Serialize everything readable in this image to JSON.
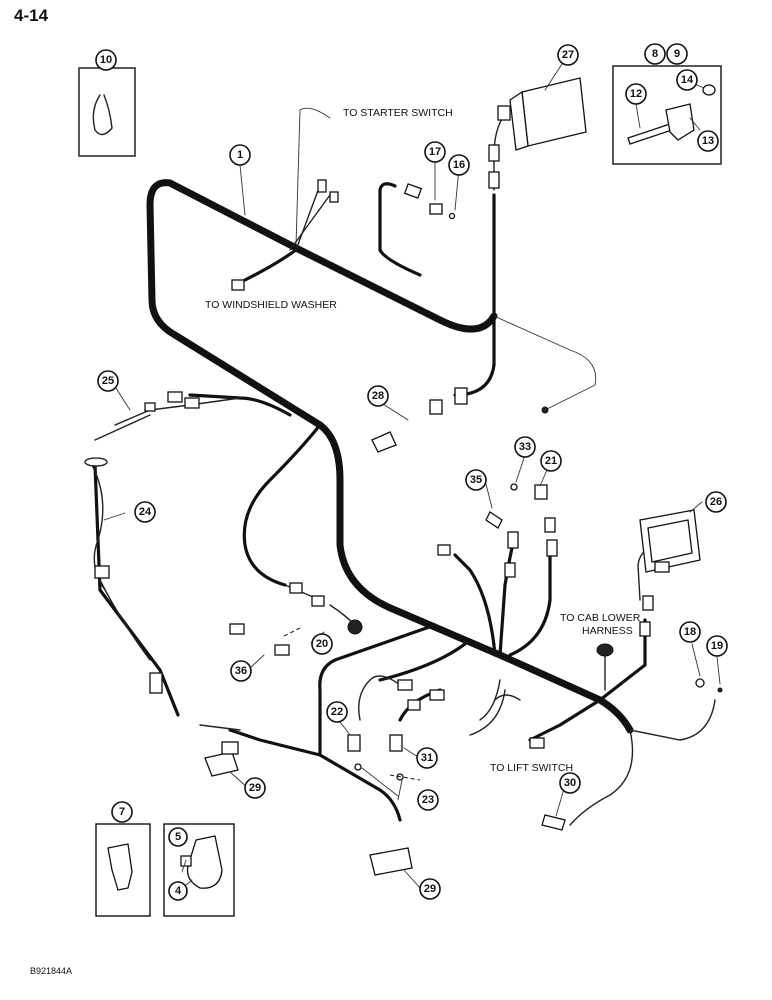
{
  "page": {
    "number": "4-14",
    "ref_code": "B921844A"
  },
  "labels": {
    "starter_switch": "TO STARTER SWITCH",
    "windshield_washer": "TO WINDSHIELD WASHER",
    "cab_lower_harness_line1": "TO CAB LOWER",
    "cab_lower_harness_line2": "HARNESS",
    "lift_switch": "TO LIFT SWITCH"
  },
  "callouts": {
    "c1": "1",
    "c4": "4",
    "c5": "5",
    "c7": "7",
    "c8": "8",
    "c9": "9",
    "c10": "10",
    "c12": "12",
    "c13": "13",
    "c14": "14",
    "c16": "16",
    "c17": "17",
    "c18": "18",
    "c19": "19",
    "c20": "20",
    "c21": "21",
    "c22": "22",
    "c23": "23",
    "c24": "24",
    "c25": "25",
    "c26": "26",
    "c27": "27",
    "c28": "28",
    "c29a": "29",
    "c29b": "29",
    "c30": "30",
    "c31": "31",
    "c33": "33",
    "c35": "35",
    "c36": "36"
  }
}
